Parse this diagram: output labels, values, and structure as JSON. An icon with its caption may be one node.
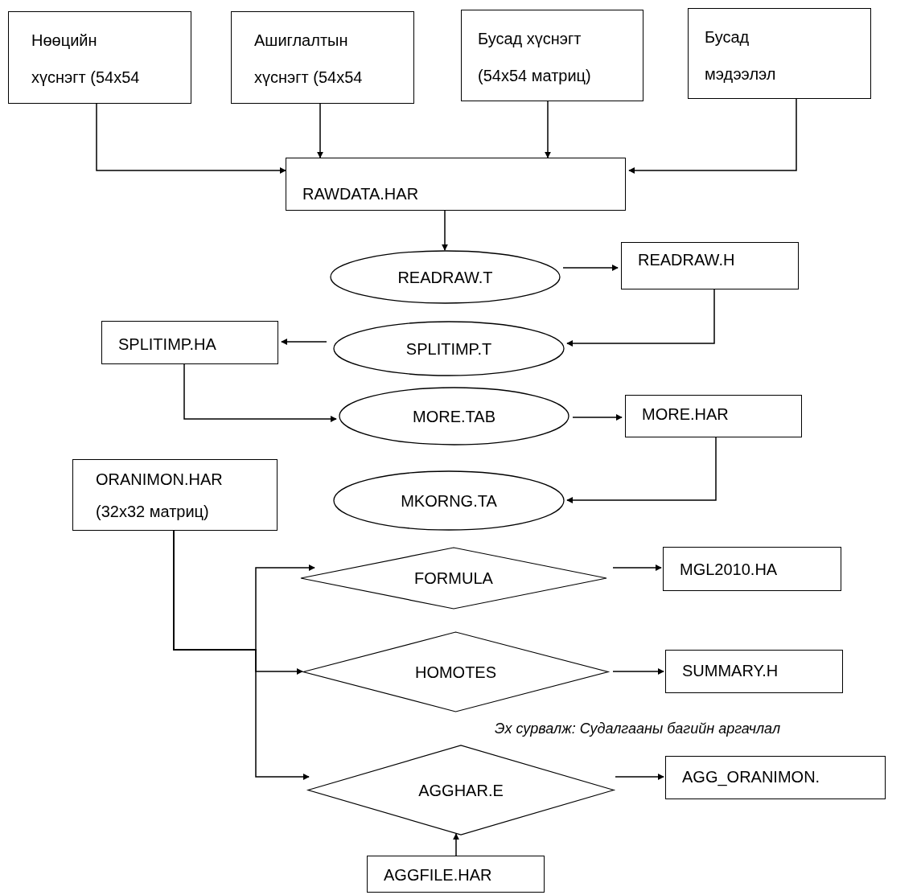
{
  "diagram": {
    "nodes": [
      {
        "text": [
          "Нөөцийн хүснэгт (54x54"
        ]
      },
      {
        "text": [
          "Ашиглалтын хүснэгт (54x54"
        ]
      },
      {
        "text": [
          "Бусад хүснэгт (54x54 матриц)"
        ]
      },
      {
        "text": [
          "Бусад мэдээлэл"
        ]
      },
      {
        "text": [
          "RAWDATA.HAR"
        ]
      },
      {
        "text": [
          "READRAW.T"
        ]
      },
      {
        "text": [
          "READRAW.H"
        ]
      },
      {
        "text": [
          "SPLITIMP.T"
        ]
      },
      {
        "text": [
          "SPLITIMP.HA"
        ]
      },
      {
        "text": [
          "MORE.TAB"
        ]
      },
      {
        "text": [
          "MORE.HAR"
        ]
      },
      {
        "text": [
          "MKORNG.TA"
        ]
      },
      {
        "text": [
          "ORANIMON.HAR (32x32 матриц)"
        ]
      },
      {
        "text": [
          "FORMULA"
        ]
      },
      {
        "text": [
          "MGL2010.HA"
        ]
      },
      {
        "text": [
          "HOMOTES"
        ]
      },
      {
        "text": [
          "SUMMARY.H"
        ]
      },
      {
        "text": [
          "AGGHAR.E"
        ]
      },
      {
        "text": [
          "AGG_ORANIMON."
        ]
      },
      {
        "text": [
          "AGGFILE.HAR"
        ]
      }
    ],
    "edges": [
      {
        "from": 0,
        "to": 4,
        "arrow": "to"
      },
      {
        "from": 1,
        "to": 4,
        "arrow": "to"
      },
      {
        "from": 2,
        "to": 4,
        "arrow": "to"
      },
      {
        "from": 3,
        "to": 4,
        "arrow": "to"
      },
      {
        "from": 4,
        "to": 5,
        "arrow": "to"
      },
      {
        "from": 5,
        "to": 6,
        "arrow": "to"
      },
      {
        "from": 6,
        "to": 7,
        "arrow": "to"
      },
      {
        "from": 7,
        "to": 8,
        "arrow": "to"
      },
      {
        "from": 8,
        "to": 9,
        "arrow": "to"
      },
      {
        "from": 9,
        "to": 10,
        "arrow": "to"
      },
      {
        "from": 10,
        "to": 11,
        "arrow": "to"
      },
      {
        "from": 12,
        "to": 13,
        "arrow": "to"
      },
      {
        "from": 12,
        "to": 15,
        "arrow": "to"
      },
      {
        "from": 12,
        "to": 17,
        "arrow": "to"
      },
      {
        "from": 13,
        "to": 14,
        "arrow": "to"
      },
      {
        "from": 15,
        "to": 16,
        "arrow": "to"
      },
      {
        "from": 17,
        "to": 18,
        "arrow": "to"
      },
      {
        "from": 19,
        "to": 17,
        "arrow": "to"
      }
    ],
    "labels": [
      "Эх сурвалж: Судалгааны багийн аргачлал"
    ]
  }
}
